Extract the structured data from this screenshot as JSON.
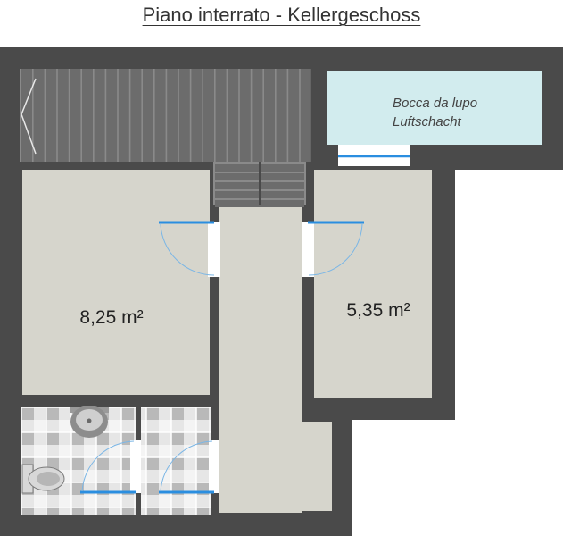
{
  "title": "Piano interrato - Kellergeschoss",
  "shaft": {
    "line1": "Bocca da lupo",
    "line2": "Luftschacht"
  },
  "rooms": [
    {
      "area": "8,25 m²"
    },
    {
      "area": "5,35 m²"
    }
  ],
  "colors": {
    "wall": "#4a4a4a",
    "floor": "#d6d5cc",
    "shaft_fill": "#d2ecee",
    "door": "#2a8ee0",
    "stair": "#6c6c6c"
  }
}
